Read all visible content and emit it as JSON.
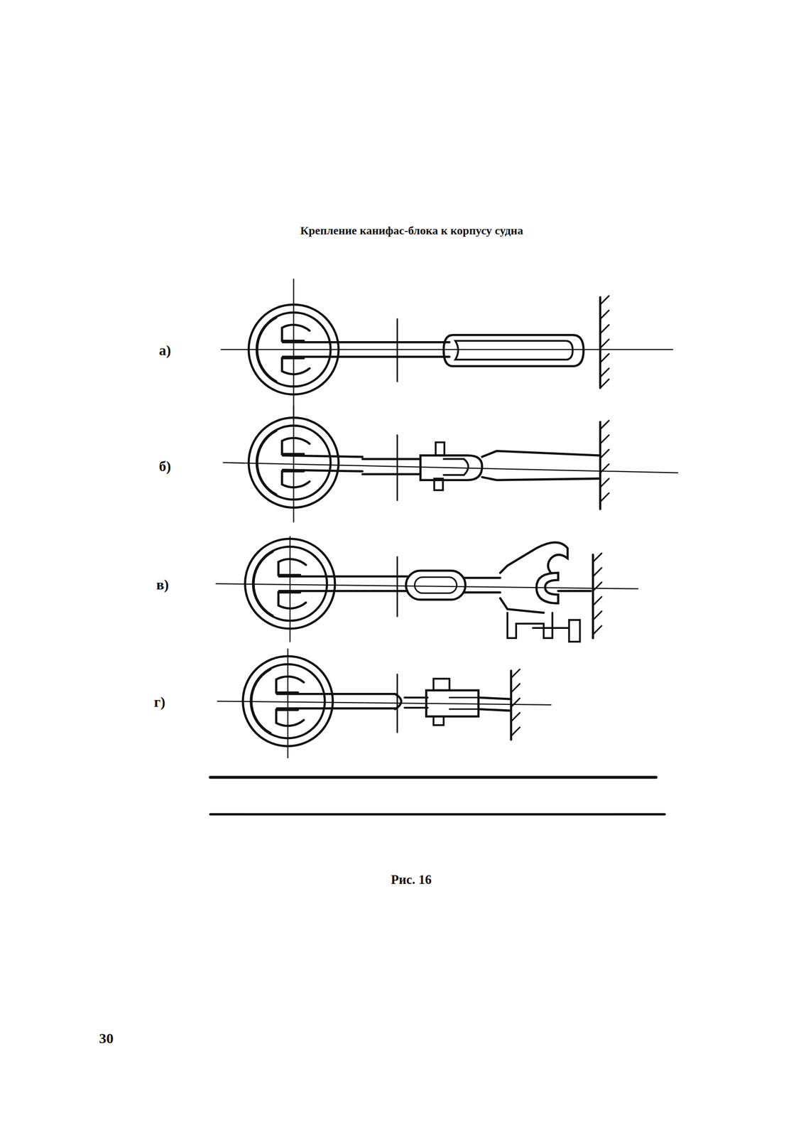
{
  "diagram": {
    "title": "Крепление канифас-блока к корпусу судна",
    "caption": "Рис. 16",
    "labels": [
      "а)",
      "б)",
      "в)",
      "г)",
      "30"
    ]
  }
}
